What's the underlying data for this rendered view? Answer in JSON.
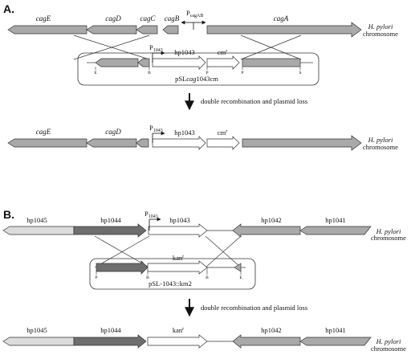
{
  "colors": {
    "gray": "#a9a9a9",
    "dark_gray": "#6e6e6e",
    "light_gray": "#dcdcdc",
    "white": "#ffffff",
    "outline": "#333333"
  },
  "panel_a": {
    "label": "A.",
    "genes": {
      "cagE": "cagE",
      "cagD": "cagD",
      "cagC": "cagC",
      "cagB": "cagB",
      "cagA": "cagA"
    },
    "promoter_main": "P",
    "promoter_sub": "cagAB",
    "chromosome_species": "H. pylori",
    "chromosome_word": "chromosome",
    "insert_promoter_main": "P",
    "insert_promoter_sub": "1043",
    "insert_gene": "hp1043",
    "insert_marker_main": "cm",
    "insert_marker_sup": "r",
    "sites": [
      "E",
      "B",
      "P",
      "P",
      "S"
    ],
    "plasmid_prefix": "pSL",
    "plasmid_italic": "cag",
    "plasmid_suffix": "1043cm",
    "step": "double recombination and plasmid loss",
    "result_genes": {
      "cagE": "cagE",
      "cagD": "cagD"
    },
    "result_promoter_main": "P",
    "result_promoter_sub": "1043",
    "result_gene": "hp1043",
    "result_marker_main": "cm",
    "result_marker_sup": "r",
    "result_species": "H. pylori",
    "result_chromosome": "chromosome"
  },
  "panel_b": {
    "label": "B.",
    "genes": [
      "hp1045",
      "hp1044",
      "hp1043",
      "hp1042",
      "hp1041"
    ],
    "promoter_main": "P",
    "promoter_sub": "1043",
    "chromosome_species": "H. pylori",
    "chromosome_word": "chromosome",
    "insert_marker_main": "kan",
    "insert_marker_sup": "r",
    "sites": [
      "P",
      "B",
      "B",
      "E"
    ],
    "plasmid_name": "pSL-1043::km2",
    "step": "double recombination and plasmid loss",
    "result_genes": [
      "hp1045",
      "hp1044",
      "hp1042",
      "hp1041"
    ],
    "result_marker_main": "kan",
    "result_marker_sup": "r",
    "result_species": "H. pylori",
    "result_chromosome": "chromosome"
  }
}
